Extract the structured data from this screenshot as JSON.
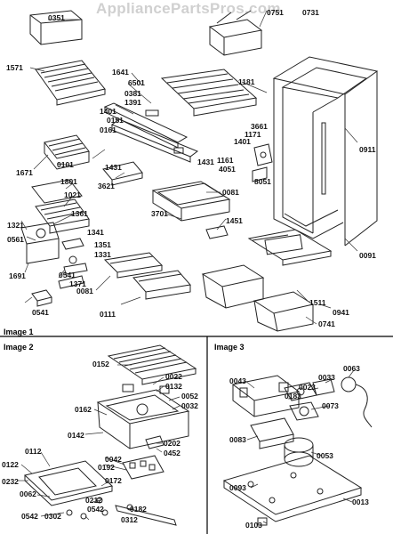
{
  "watermark": "AppliancePartsPros.com",
  "sections": {
    "image1": "Image 1",
    "image2": "Image 2",
    "image3": "Image 3"
  },
  "labels": {
    "s1": [
      "0351",
      "1571",
      "1671",
      "0101",
      "1801",
      "1021",
      "1361",
      "1321",
      "0561",
      "1691",
      "1341",
      "1351",
      "1331",
      "0541",
      "1371",
      "0541",
      "0081",
      "0111",
      "1641",
      "6501",
      "0381",
      "1391",
      "1401",
      "0151",
      "0161",
      "1431",
      "3621",
      "1431",
      "1181",
      "3661",
      "1171",
      "1401",
      "1161",
      "4051",
      "8051",
      "0081",
      "3701",
      "1451",
      "0911",
      "0091",
      "1511",
      "0941",
      "0741",
      "0751",
      "0731"
    ],
    "s2": [
      "0152",
      "0022",
      "0132",
      "0052",
      "0032",
      "0162",
      "0142",
      "0042",
      "0202",
      "0452",
      "0192",
      "0112",
      "0122",
      "0232",
      "0062",
      "0172",
      "0212",
      "0542",
      "0302",
      "0542",
      "0182",
      "0312"
    ],
    "s3": [
      "0063",
      "0033",
      "0043",
      "0023",
      "0183",
      "0073",
      "0083",
      "0053",
      "0093",
      "0103",
      "0013"
    ]
  }
}
